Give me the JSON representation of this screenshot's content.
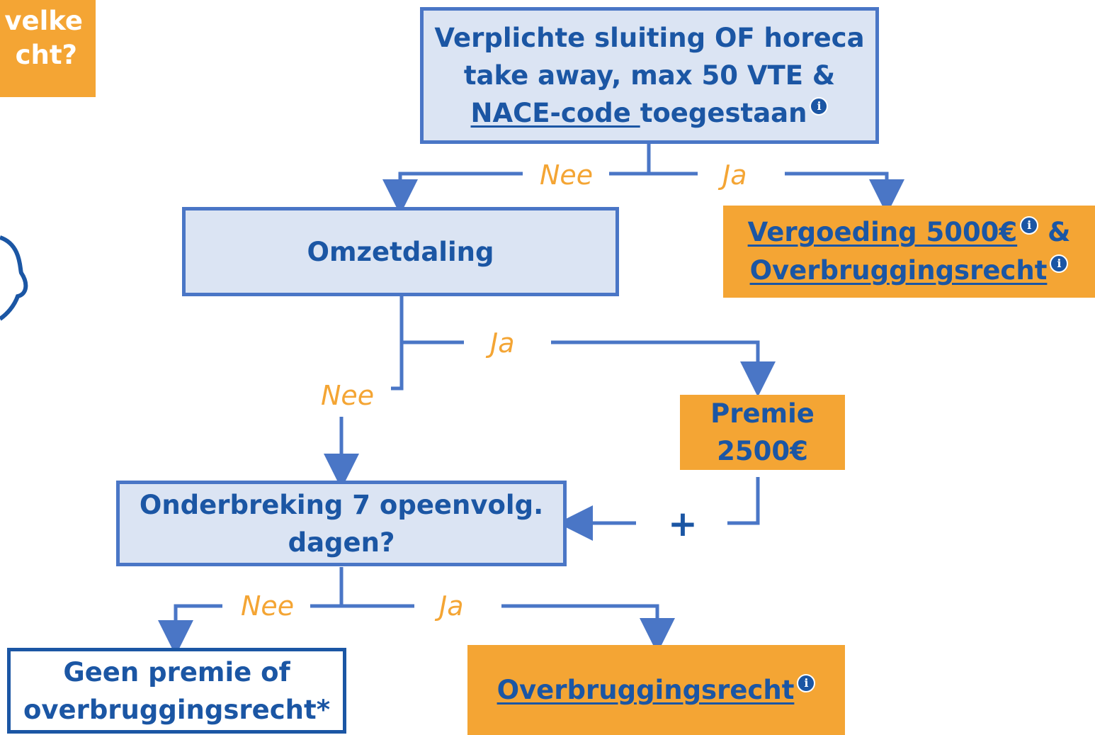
{
  "corner_title": {
    "line1": "velke",
    "line2": "cht?"
  },
  "nodes": {
    "start": {
      "line1": "Verplichte sluiting OF horeca",
      "line2": "take away, max 50 VTE &",
      "link": "NACE-code ",
      "rest": "toegestaan"
    },
    "omzetdaling": "Omzetdaling",
    "vergoeding": {
      "link1": "Vergoeding 5000€",
      "amp": "&",
      "link2": "Overbruggingsrecht"
    },
    "premie": {
      "line1": "Premie",
      "line2": "2500€"
    },
    "onderbreking": {
      "line1": "Onderbreking 7 opeenvolg.",
      "line2": "dagen?"
    },
    "geen": {
      "line1": "Geen premie of",
      "line2": "overbruggingsrecht*"
    },
    "overbrugging": {
      "link": "Overbruggingsrecht"
    }
  },
  "edges": {
    "start_nee": "Nee",
    "start_ja": "Ja",
    "omzet_ja": "Ja",
    "omzet_nee": "Nee",
    "onder_nee": "Nee",
    "onder_ja": "Ja"
  },
  "plus": "+",
  "info_glyph": "i",
  "colors": {
    "blue": "#4a76c6",
    "dark_blue": "#1b56a4",
    "light_blue": "#dbe4f3",
    "orange": "#f4a534"
  }
}
